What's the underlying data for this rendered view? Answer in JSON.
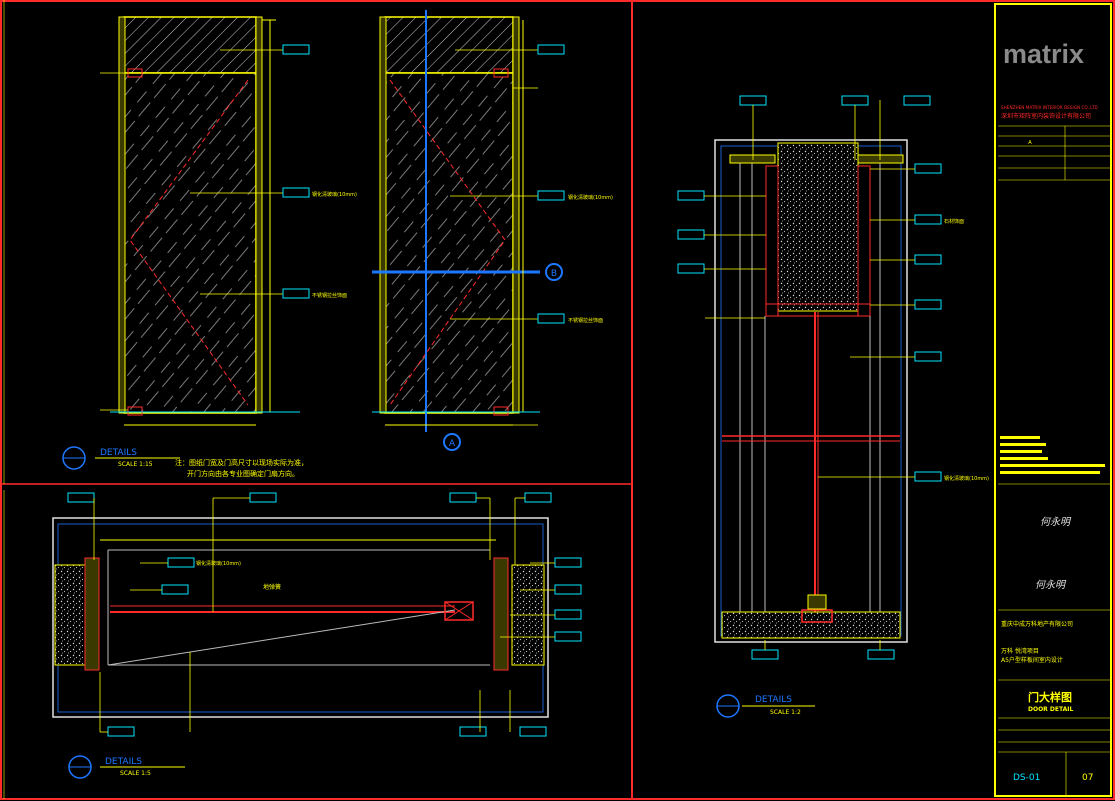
{
  "title_block": {
    "logo": "matrix",
    "company_en": "SHENZHEN MATRIX INTERIOR DESIGN CO.,LTD",
    "company_cn": "深圳市矩阵室内装饰设计有限公司",
    "rev_mark": "A",
    "signer_1": "何永明",
    "signer_2": "何永明",
    "client_cn": "重庆中成万科地产有限公司",
    "project_line_1": "万科 悦湾项目",
    "project_line_2": "A5户型样板间室内设计",
    "drawing_title_cn": "门大样图",
    "drawing_title_en": "DOOR DETAIL",
    "drawing_no": "DS-01",
    "sheet_no": "07"
  },
  "views": [
    {
      "id": "elev-1",
      "label": "DETAILS",
      "scale": "SCALE 1:15",
      "note_line_1": "注：图纸门宽及门高尺寸以现场实际为准，",
      "note_line_2": "开门方向由各专业图确定门扇方向。"
    },
    {
      "id": "plan",
      "label": "DETAILS",
      "scale": "SCALE 1:5"
    },
    {
      "id": "section",
      "label": "DETAILS",
      "scale": "SCALE 1:2"
    }
  ],
  "section_marks": {
    "a": "A",
    "b": "B"
  },
  "callout_text": {
    "glass": "钢化清玻璃(10mm)",
    "frame": "不锈钢拉丝饰面",
    "hinge": "地弹簧",
    "stone": "石材饰面"
  },
  "colors": {
    "background": "#000000",
    "annotation": "#ffff00",
    "dimension_box": "#00e5ff",
    "cut_line": "#ff2a2a",
    "section_axis": "#1e78ff",
    "outline": "#e0e0e0"
  }
}
